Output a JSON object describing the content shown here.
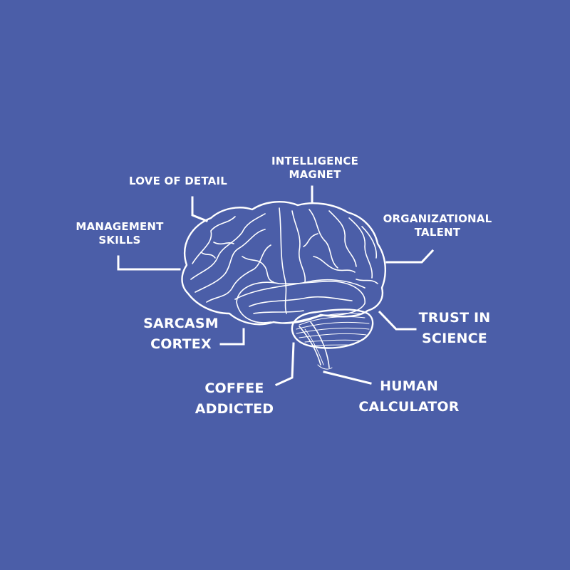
{
  "colors": {
    "background": "#4b5ea8",
    "ink": "#ffffff"
  },
  "labels": {
    "intelligence_magnet": [
      "INTELLIGENCE",
      "MAGNET"
    ],
    "love_of_detail": [
      "LOVE OF DETAIL"
    ],
    "management_skills": [
      "MANAGEMENT",
      "SKILLS"
    ],
    "organizational_talent": [
      "ORGANIZATIONAL",
      "TALENT"
    ],
    "sarcasm_cortex": [
      "SARCASM",
      "CORTEX"
    ],
    "trust_in_science": [
      "TRUST IN",
      "SCIENCE"
    ],
    "coffee_addicted": [
      "COFFEE",
      "ADDICTED"
    ],
    "human_calculator": [
      "HUMAN",
      "CALCULATOR"
    ]
  }
}
